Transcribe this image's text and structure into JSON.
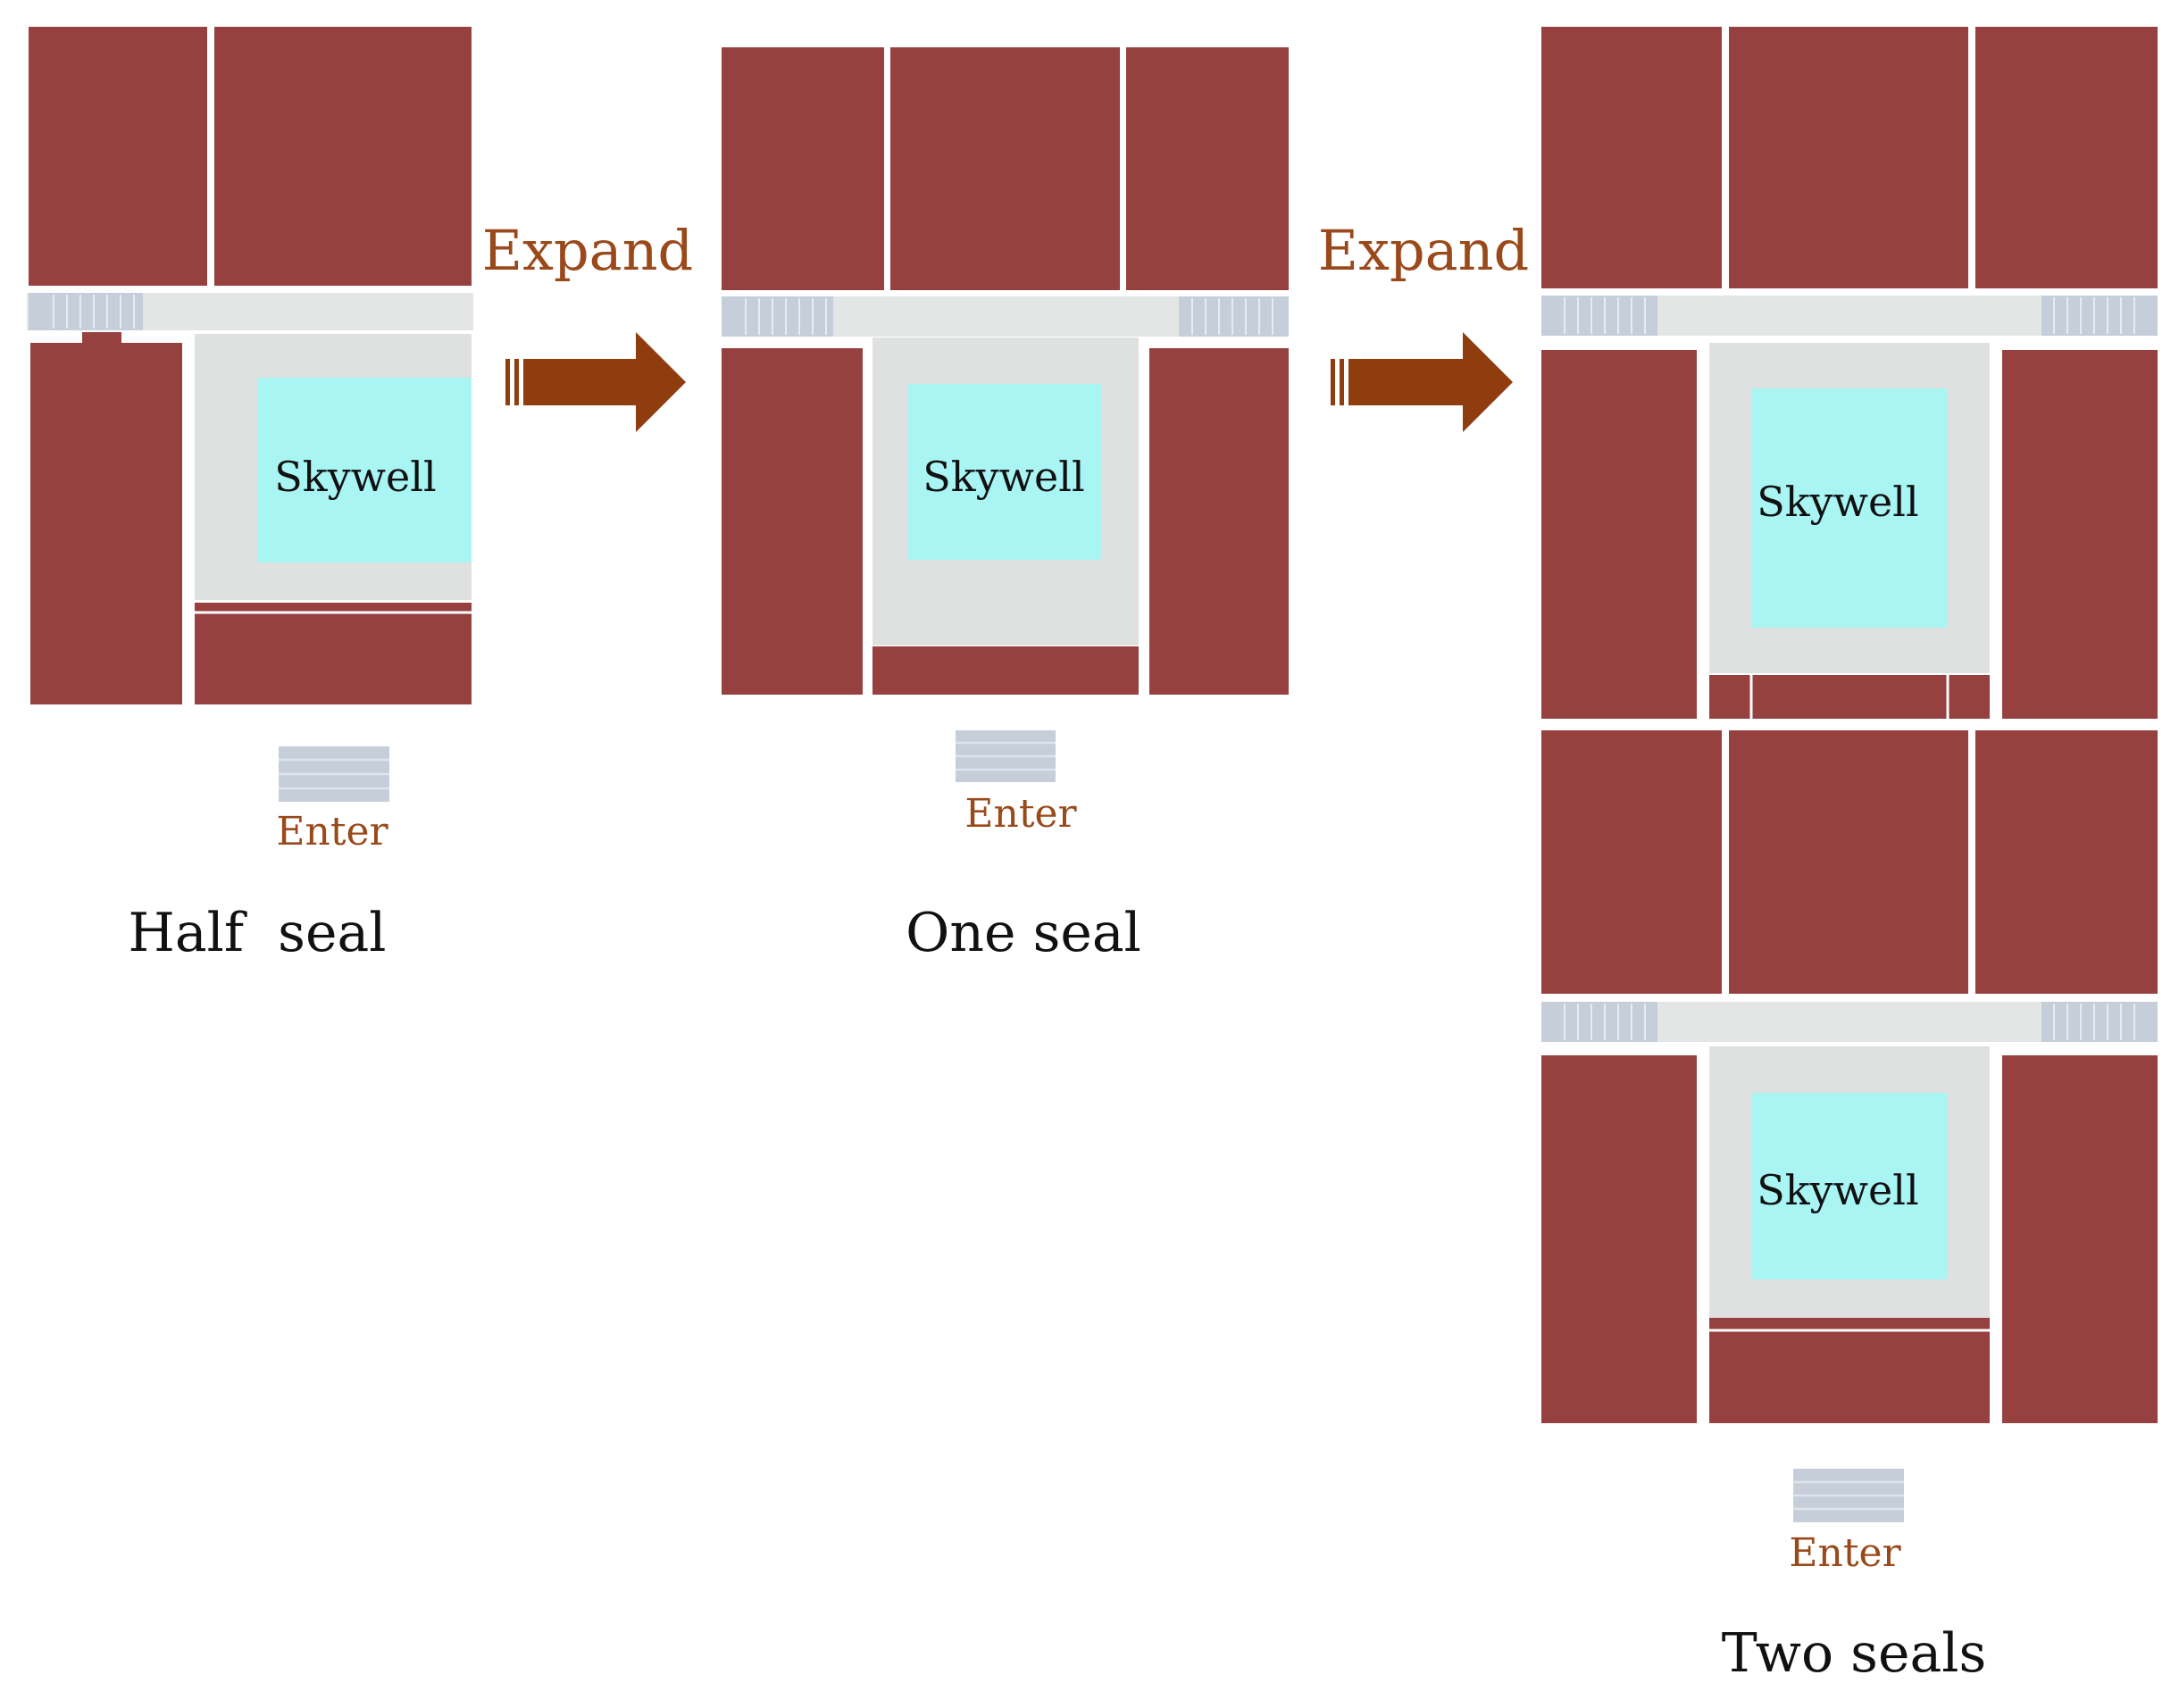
{
  "labels": {
    "skywell": "Skywell",
    "enter": "Enter",
    "expand": "Expand"
  },
  "panels": [
    {
      "id": "half",
      "caption": "Half  seal"
    },
    {
      "id": "one",
      "caption": "One seal"
    },
    {
      "id": "two",
      "caption": "Two seals"
    }
  ],
  "colors": {
    "room": "#964040",
    "corridor": "#e4e6e5",
    "skywell": "#a9f5f4",
    "stairs": "#c6ceda",
    "label_accent": "#9a4a1a",
    "arrow": "#8f3c0e"
  }
}
